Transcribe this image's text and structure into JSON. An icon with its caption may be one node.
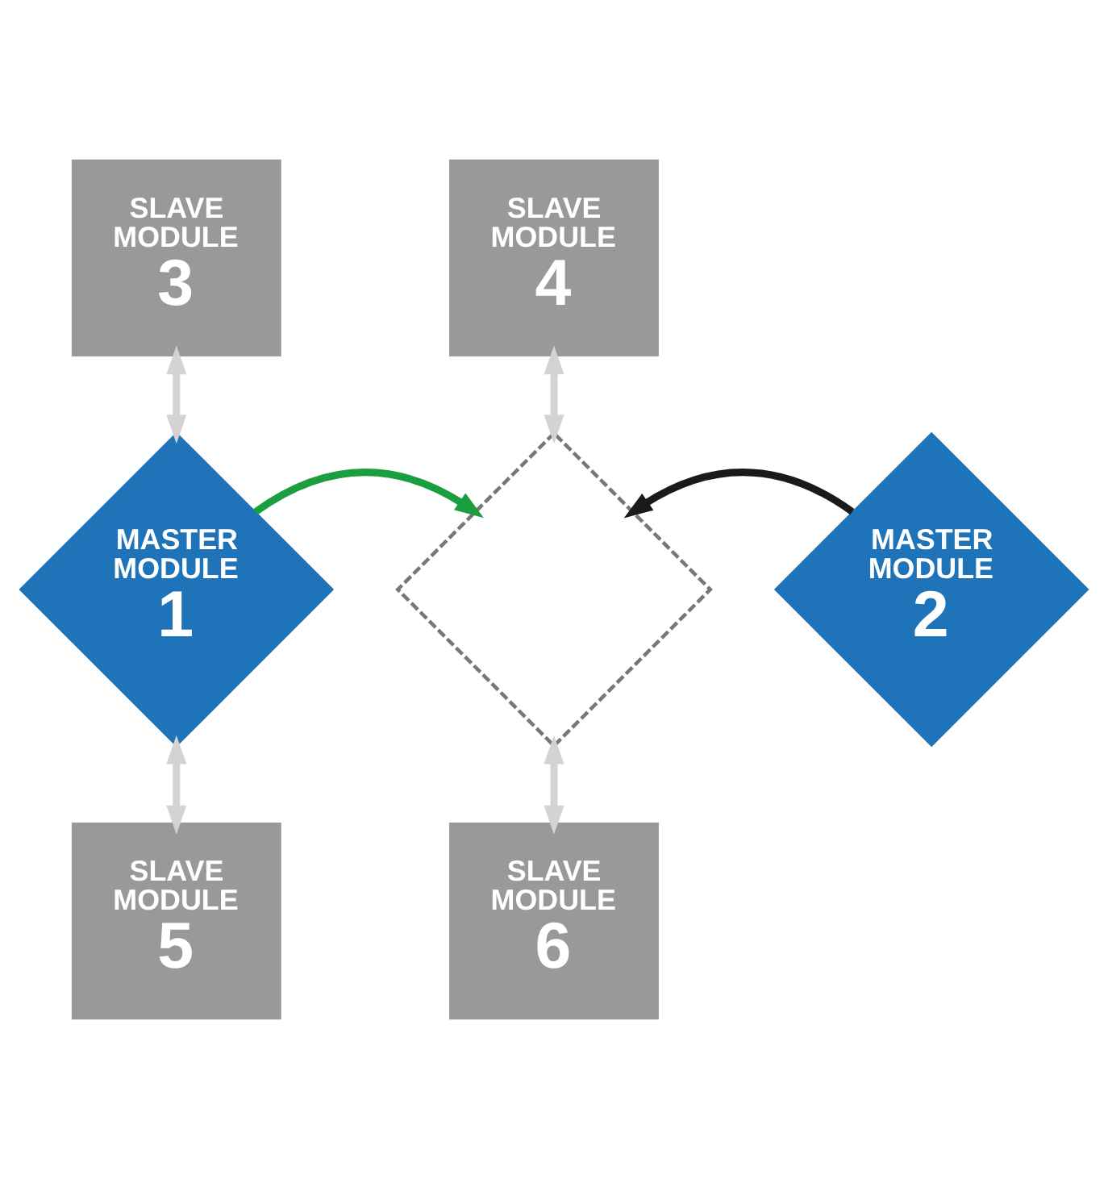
{
  "diagram": {
    "nodes": [
      {
        "text": [
          "SLAVE MODULE",
          "3"
        ]
      },
      {
        "text": [
          "SLAVE MODULE",
          "4"
        ]
      },
      {
        "text": [
          "MASTER MODULE",
          "1"
        ]
      },
      {
        "text": [],
        "shape": "diamond"
      },
      {
        "text": [
          "MASTER MODULE",
          "2"
        ]
      },
      {
        "text": [
          "SLAVE MODULE",
          "5"
        ]
      },
      {
        "text": [
          "SLAVE MODULE",
          "6"
        ]
      }
    ],
    "edges": [
      {
        "from": 0,
        "to": 2,
        "arrow": "both"
      },
      {
        "from": 1,
        "to": 3,
        "arrow": "both"
      },
      {
        "from": 2,
        "to": 3,
        "arrow": "to",
        "color": "#1a9e3f"
      },
      {
        "from": 4,
        "to": 3,
        "arrow": "to",
        "color": "#1a1a1a"
      },
      {
        "from": 2,
        "to": 5,
        "arrow": "both"
      },
      {
        "from": 3,
        "to": 6,
        "arrow": "both"
      }
    ]
  }
}
